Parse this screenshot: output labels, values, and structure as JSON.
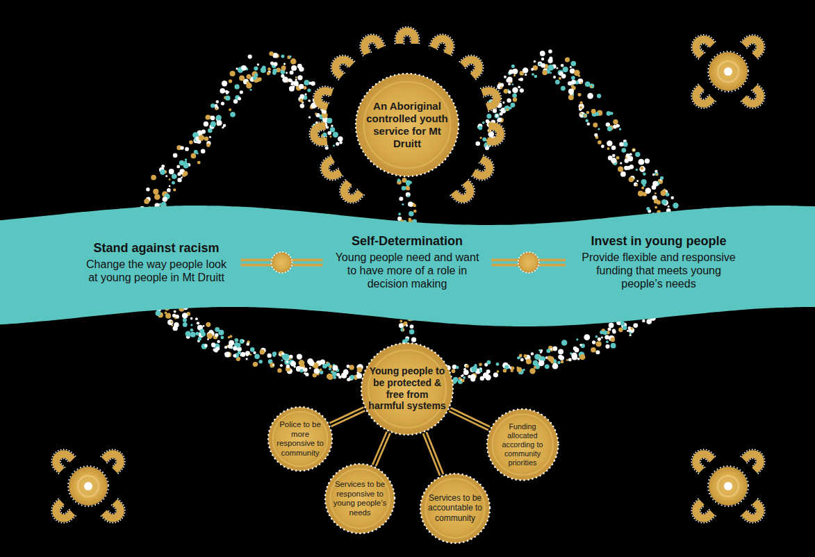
{
  "diagram": {
    "nodes": [
      {
        "text": [
          "An Aboriginal controlled youth service for Mt Druitt"
        ]
      },
      {
        "text": [
          "Stand against racism",
          "Change the way people look at young people in Mt Druitt"
        ]
      },
      {
        "text": [
          "Self-Determination",
          "Young people need and want to have more of a role in decision making"
        ]
      },
      {
        "text": [
          "Invest in young people",
          "Provide flexible and responsive funding that meets young people’s needs"
        ]
      },
      {
        "text": [
          "Young people to be protected & free from harmful systems"
        ]
      },
      {
        "text": [
          "Police to be more responsive to community"
        ]
      },
      {
        "text": [
          "Services to be responsive to young people’s needs"
        ]
      },
      {
        "text": [
          "Services to be accountable to community"
        ]
      },
      {
        "text": [
          "Funding allocated according to community priorities"
        ]
      }
    ],
    "edges": [
      {
        "from": 1,
        "to": 2,
        "arrow": "none"
      },
      {
        "from": 2,
        "to": 3,
        "arrow": "none"
      },
      {
        "from": 4,
        "to": 5,
        "arrow": "none"
      },
      {
        "from": 4,
        "to": 6,
        "arrow": "none"
      },
      {
        "from": 4,
        "to": 7,
        "arrow": "none"
      },
      {
        "from": 4,
        "to": 8,
        "arrow": "none"
      }
    ]
  }
}
